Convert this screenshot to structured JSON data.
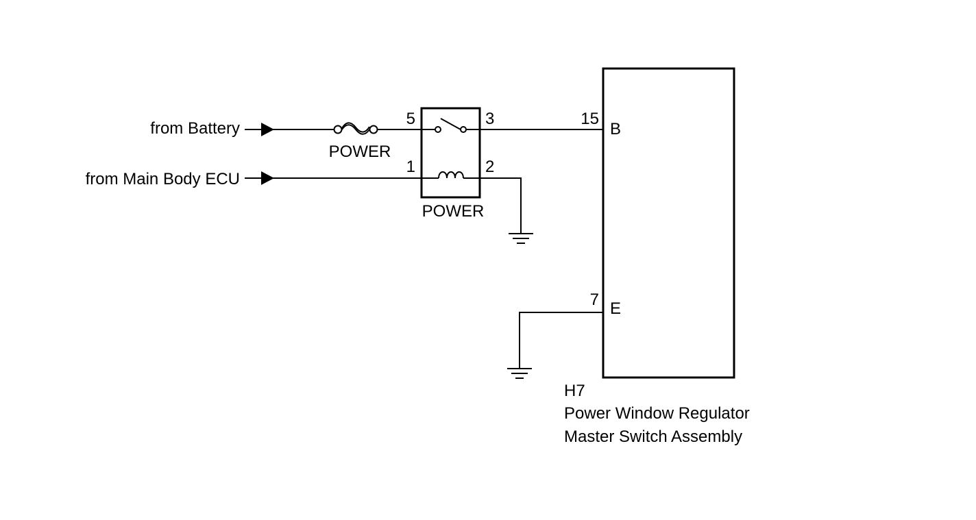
{
  "inputs": {
    "battery_label": "from Battery",
    "ecu_label": "from Main Body ECU"
  },
  "fuse": {
    "label": "POWER"
  },
  "relay": {
    "label": "POWER",
    "pin_switch_in": "5",
    "pin_switch_out": "3",
    "pin_coil_in": "1",
    "pin_coil_out": "2"
  },
  "component": {
    "code": "H7",
    "name_line1": "Power Window Regulator",
    "name_line2": "Master Switch Assembly",
    "pin_b_number": "15",
    "pin_b_label": "B",
    "pin_e_number": "7",
    "pin_e_label": "E"
  }
}
